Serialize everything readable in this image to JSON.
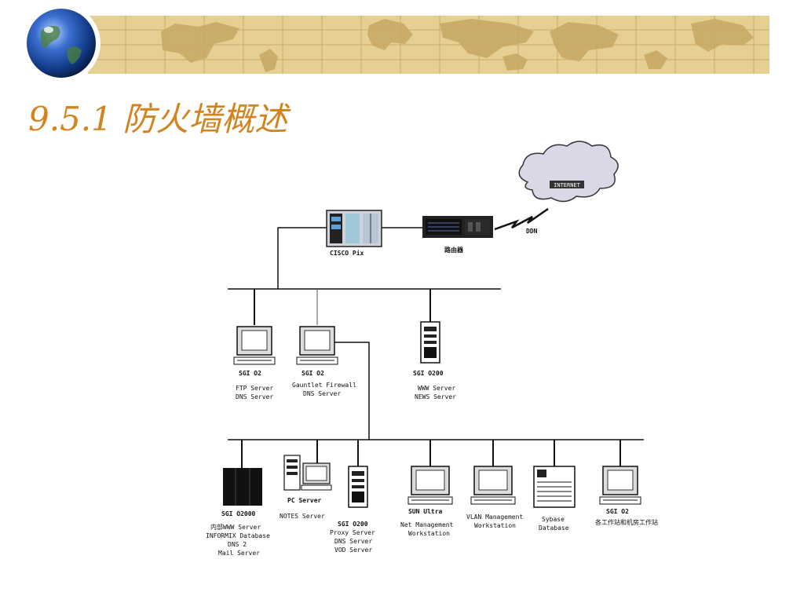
{
  "slide": {
    "title": "9.5.1 防火墙概述"
  },
  "diagram": {
    "cloud_label": "INTERNET",
    "link_label": "DDN",
    "pix_label": "CISCO Pix",
    "router_label": "路由器",
    "dmz": [
      {
        "name": "SGI O2",
        "desc": [
          "FTP Server",
          "DNS Server"
        ]
      },
      {
        "name": "SGI O2",
        "desc": [
          "Gauntlet Firewall",
          "DNS Server"
        ]
      },
      {
        "name": "SGI O200",
        "desc": [
          "WWW Server",
          "NEWS Server"
        ]
      }
    ],
    "lan": [
      {
        "name": "SGI O2000",
        "desc": [
          "内部WWW Server",
          "INFORMIX Database",
          "DNS 2",
          "Mail Server"
        ]
      },
      {
        "name": "PC Server",
        "desc": [
          "NOTES Server"
        ]
      },
      {
        "name": "SGI O200",
        "desc": [
          "Proxy Server",
          "DNS Server",
          "VOD Server"
        ]
      },
      {
        "name": "SUN Ultra",
        "desc": [
          "Net Management",
          "Workstation"
        ]
      },
      {
        "name": "",
        "desc": [
          "VLAN Management",
          "Workstation"
        ]
      },
      {
        "name": "",
        "desc": [
          "Sybase",
          "Database"
        ]
      },
      {
        "name": "SGI O2",
        "desc": [
          "各工作站和机房工作站"
        ]
      }
    ]
  }
}
